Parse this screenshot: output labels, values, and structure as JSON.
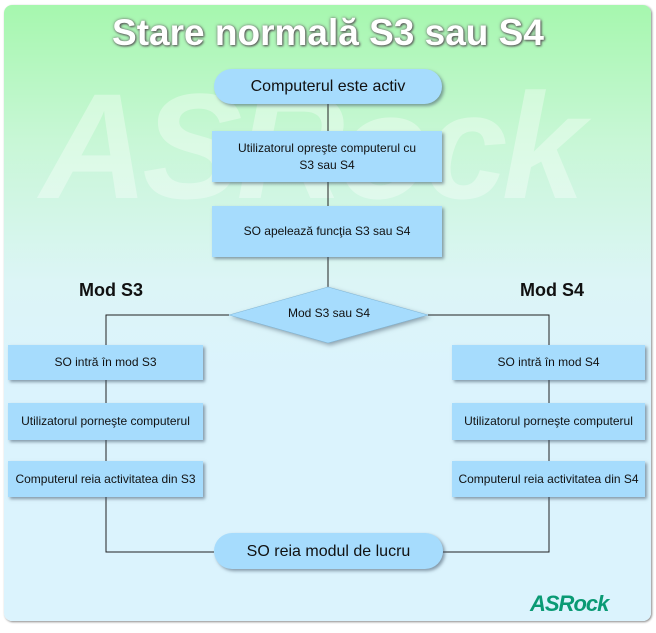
{
  "title": "Stare normală S3 sau S4",
  "watermark": "ASRock",
  "logo": "ASRock",
  "start": "Computerul este activ",
  "step1": "Utilizatorul opreşte computerul cu S3 sau S4",
  "step2": "SO apelează funcţia S3 sau S4",
  "decision": "Mod S3 sau S4",
  "left": {
    "label": "Mod S3",
    "steps": [
      "SO intră în mod S3",
      "Utilizatorul porneşte computerul",
      "Computerul reia activitatea din S3"
    ]
  },
  "right": {
    "label": "Mod S4",
    "steps": [
      "SO intră în mod S4",
      "Utilizatorul porneşte computerul",
      "Computerul reia activitatea din S4"
    ]
  },
  "end": "SO reia modul de lucru",
  "colors": {
    "box": "#a6dcfd",
    "logo": "#0a9a74"
  }
}
